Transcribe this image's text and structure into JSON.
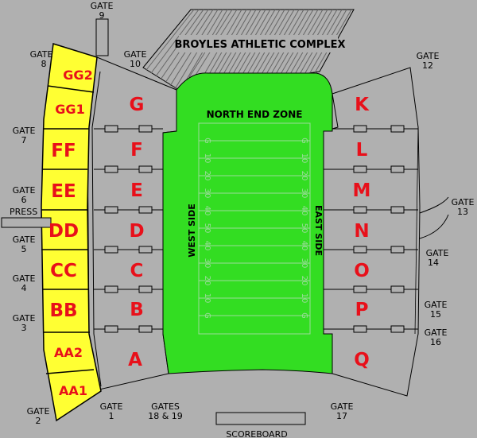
{
  "map": {
    "building": "BROYLES ATHLETIC COMPLEX",
    "end_zone": "NORTH END ZONE",
    "west_side": "WEST SIDE",
    "east_side": "EAST SIDE",
    "press": "PRESS",
    "scoreboard": "SCOREBOARD",
    "gates": {
      "g1": [
        "GATE",
        "1"
      ],
      "g2": [
        "GATE",
        "2"
      ],
      "g3": [
        "GATE",
        "3"
      ],
      "g4": [
        "GATE",
        "4"
      ],
      "g5": [
        "GATE",
        "5"
      ],
      "g6": [
        "GATE",
        "6"
      ],
      "g7": [
        "GATE",
        "7"
      ],
      "g8": [
        "GATE",
        "8"
      ],
      "g9": [
        "GATE",
        "9"
      ],
      "g10": [
        "GATE",
        "10"
      ],
      "g12": [
        "GATE",
        "12"
      ],
      "g13": [
        "GATE",
        "13"
      ],
      "g14": [
        "GATE",
        "14"
      ],
      "g15": [
        "GATE",
        "15"
      ],
      "g16": [
        "GATE",
        "16"
      ],
      "g17": [
        "GATE",
        "17"
      ],
      "g1819": [
        "GATES",
        "18 & 19"
      ]
    },
    "west_sections": [
      "G",
      "F",
      "E",
      "D",
      "C",
      "B",
      "A"
    ],
    "east_sections": [
      "K",
      "L",
      "M",
      "N",
      "O",
      "P",
      "Q"
    ],
    "upper_sections": [
      "GG2",
      "GG1",
      "FF",
      "EE",
      "DD",
      "CC",
      "BB",
      "AA2",
      "AA1"
    ],
    "yard_lines_left": [
      "G",
      "10",
      "20",
      "30",
      "40",
      "50",
      "40",
      "30",
      "20",
      "10",
      "G"
    ],
    "yard_lines_right": [
      "G",
      "10",
      "20",
      "30",
      "40",
      "50",
      "40",
      "30",
      "20",
      "10",
      "G"
    ],
    "colors": {
      "background": "#b0b0b0",
      "field": "#33dd22",
      "upper_deck": "#ffff33",
      "section_text": "#e8101a",
      "stands": "#b0b0b0"
    }
  }
}
